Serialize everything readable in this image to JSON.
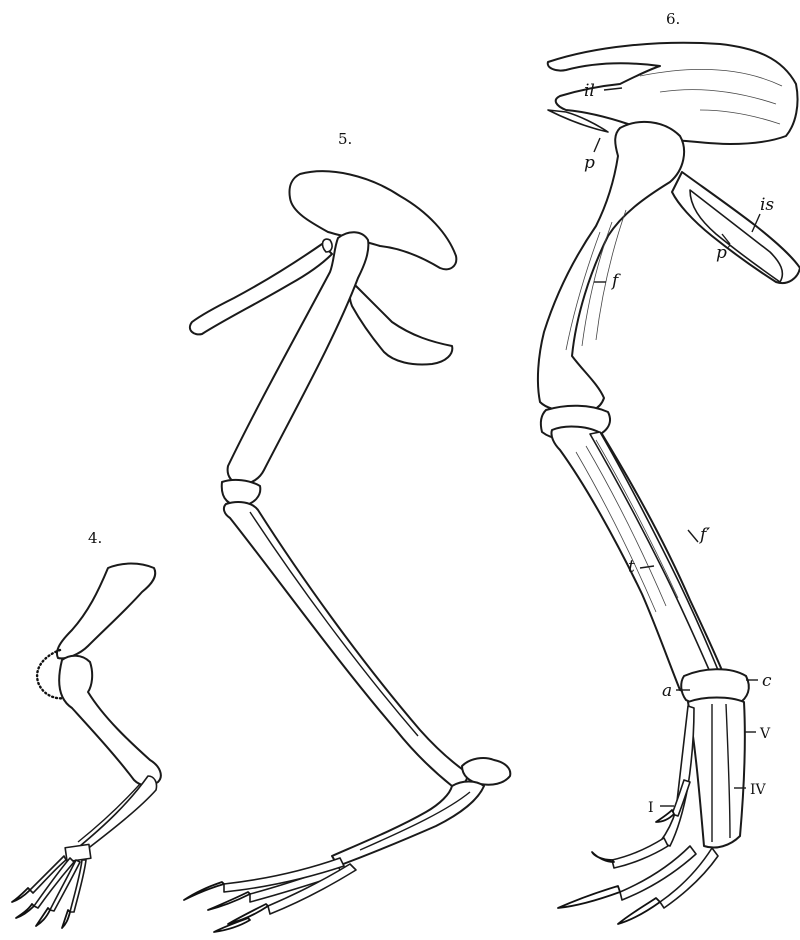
{
  "figures": {
    "fig4": {
      "number": "4."
    },
    "fig5": {
      "number": "5."
    },
    "fig6": {
      "number": "6.",
      "labels": {
        "il": "il",
        "p": "p",
        "is": "is",
        "p_prime": "p′",
        "f": "f",
        "f_prime": "f′",
        "t": "t",
        "a": "a",
        "c": "c",
        "V": "V",
        "IV": "IV",
        "I": "I"
      }
    }
  }
}
